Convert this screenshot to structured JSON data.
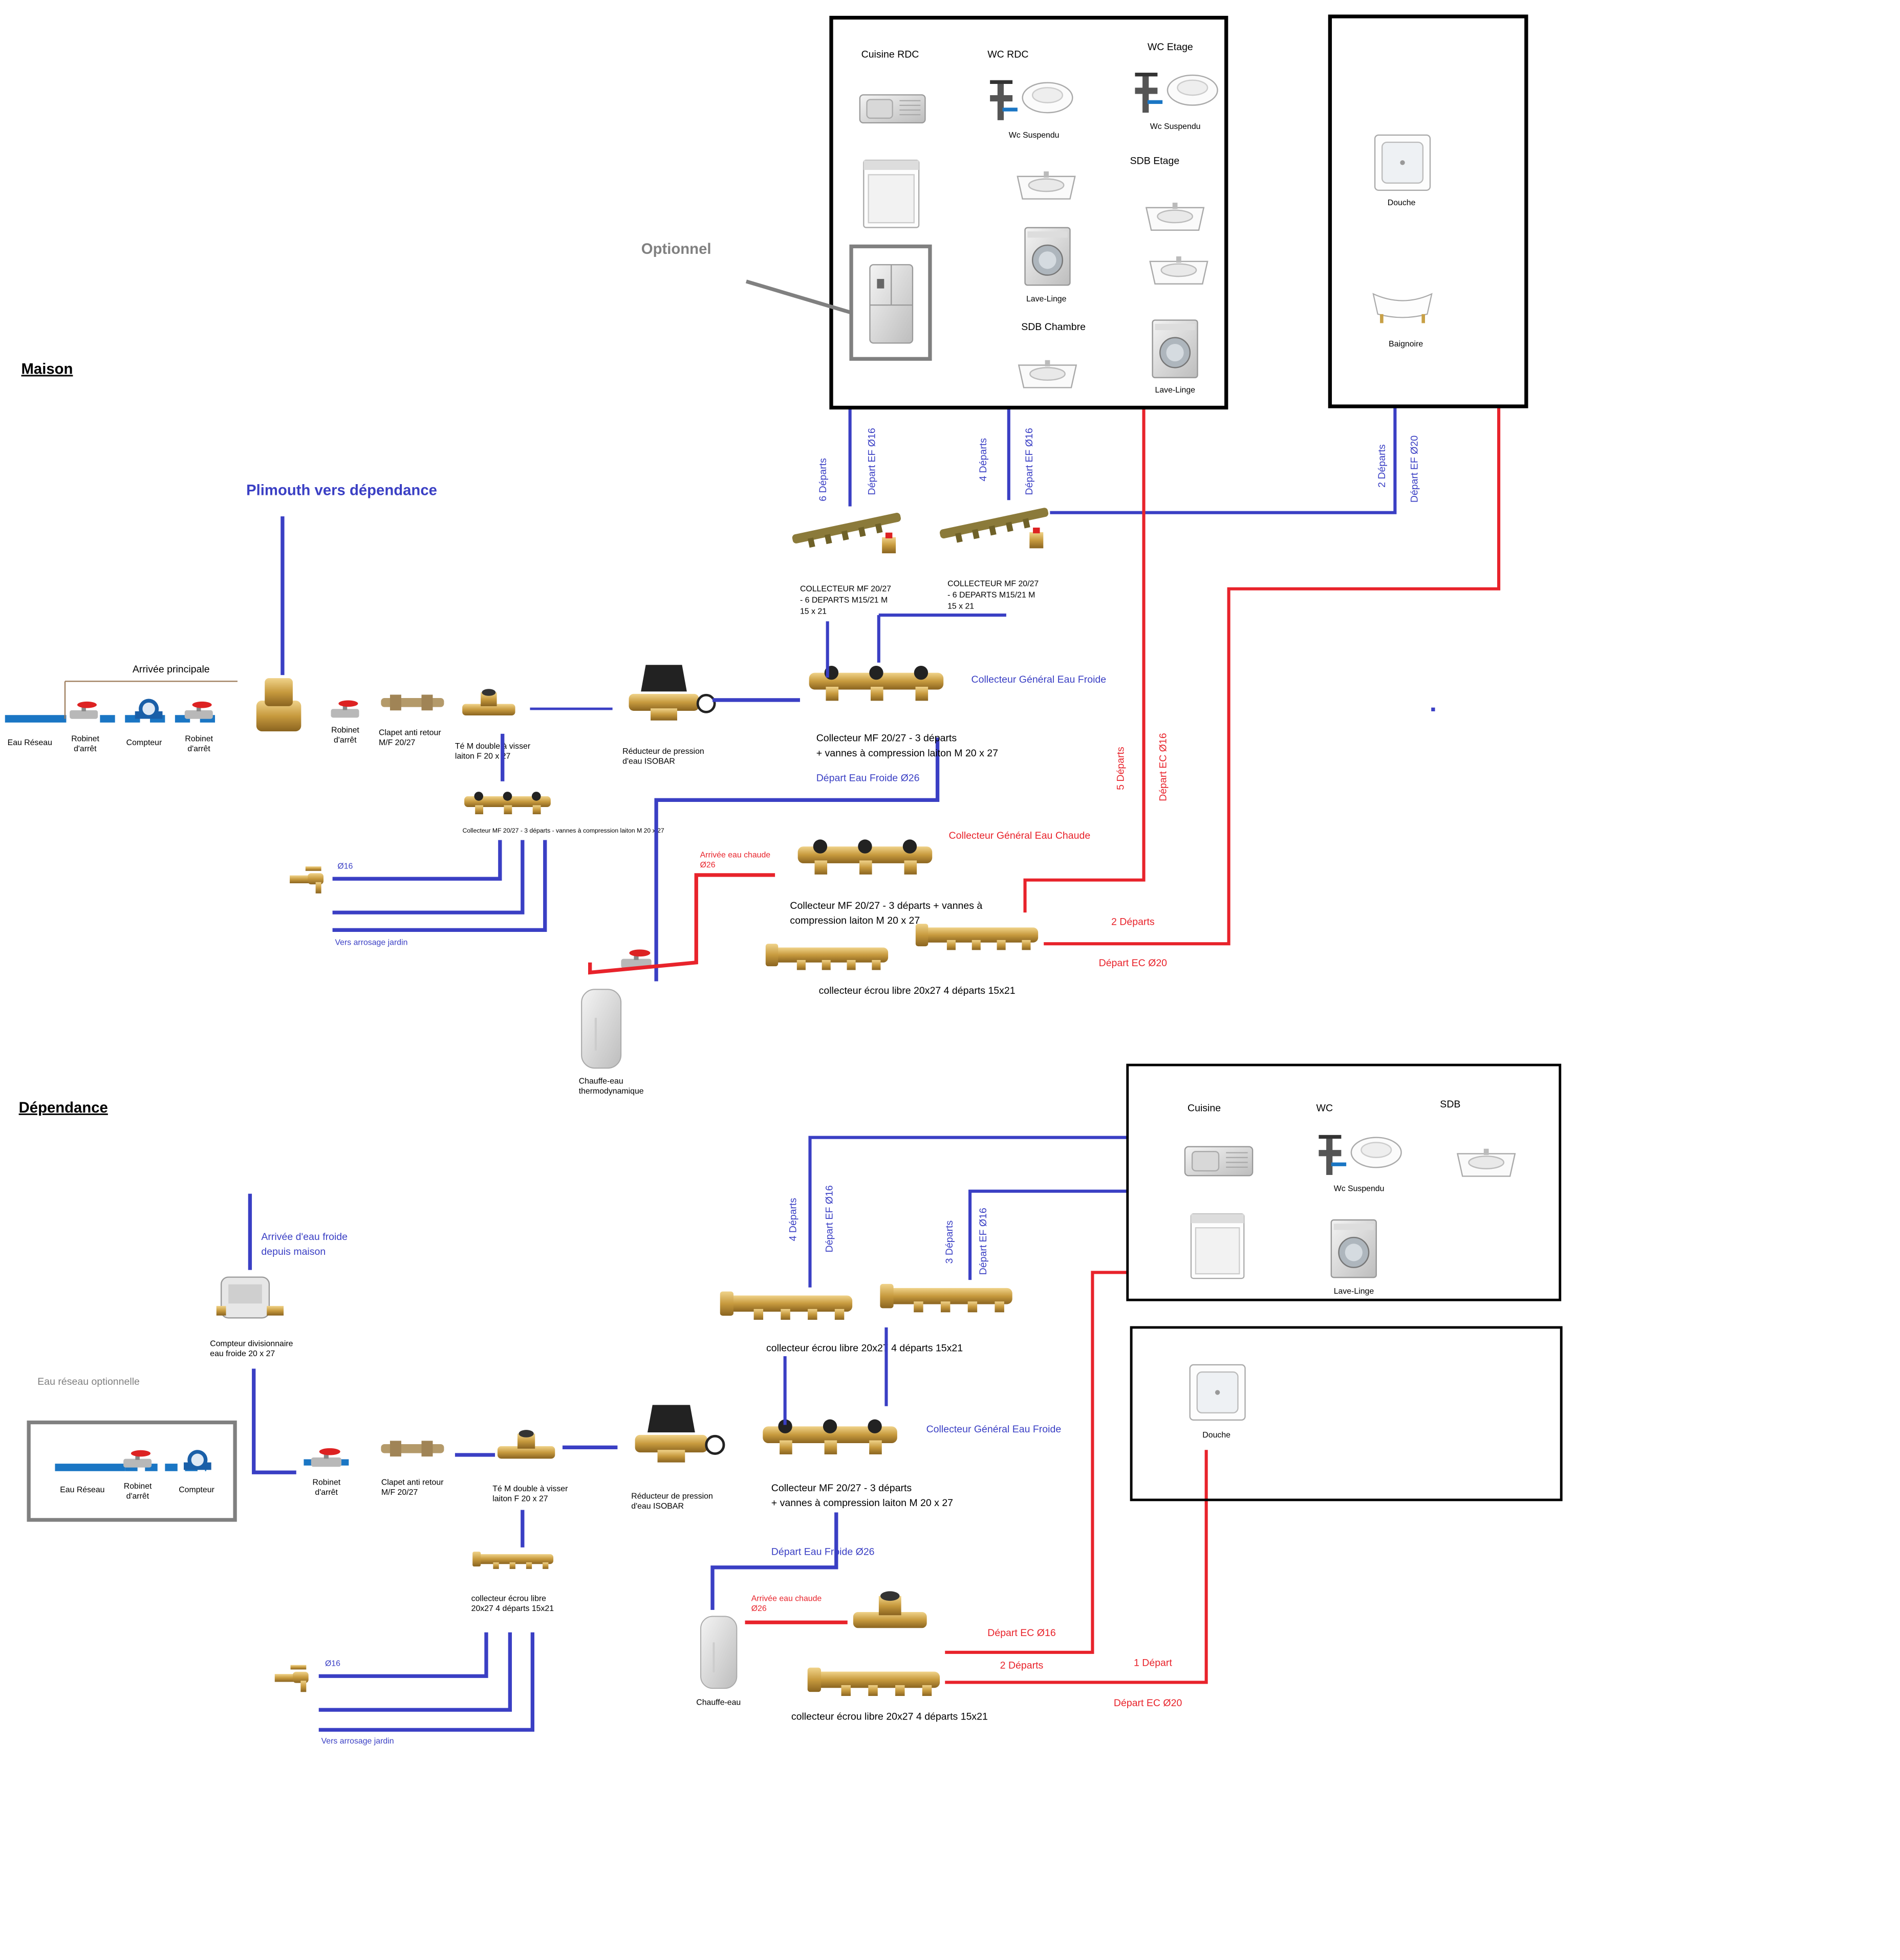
{
  "sections": {
    "maison": "Maison",
    "dependance": "Dépendance"
  },
  "maison": {
    "plimouth": "Plimouth vers dépendance",
    "arrivee_principale": "Arrivée principale",
    "eau_reseau": "Eau Réseau",
    "robinet_arret_1": "Robinet",
    "robinet_arret_2": "d'arrêt",
    "compteur": "Compteur",
    "robinet_a": "Robinet",
    "robinet_b": "d'arrêt",
    "clapet_1": "Clapet anti retour",
    "clapet_2": "M/F 20/27",
    "te_1": "Té M double à visser",
    "te_2": "laiton F 20 x 27",
    "reducteur_1": "Réducteur de pression",
    "reducteur_2": "d'eau ISOBAR",
    "collecteur_small": "Collecteur MF 20/27 - 3 départs - vannes à compression laiton M 20 x 27",
    "phi16": "Ø16",
    "arrosage": "Vers arrosage jardin",
    "chauffe_1": "Chauffe-eau",
    "chauffe_2": "thermodynamique",
    "arrivee_chaude_1": "Arrivée eau chaude",
    "arrivee_chaude_2": "Ø26",
    "coll_gen_ef": "Collecteur Général Eau Froide",
    "coll_gen_ef_desc_1": "Collecteur MF 20/27 - 3 départs",
    "coll_gen_ef_desc_2": "+ vannes à compression laiton M 20 x 27",
    "depart_ef26": "Départ Eau Froide Ø26",
    "coll_gen_ec": "Collecteur Général Eau Chaude",
    "coll_gen_ec_desc_1": "Collecteur MF 20/27 - 3 départs + vannes à",
    "coll_gen_ec_desc_2": "compression laiton M 20 x 27",
    "coll_ecrou": "collecteur écrou libre 20x27 4 départs 15x21",
    "coll6_a_1": "COLLECTEUR MF 20/27",
    "coll6_a_2": "- 6 DEPARTS M15/21 M",
    "coll6_a_3": "15 x 21",
    "coll6_b_1": "COLLECTEUR MF 20/27",
    "coll6_b_2": "- 6 DEPARTS M15/21 M",
    "coll6_b_3": "15 x 21",
    "six_departs": "6 Départs",
    "depart_ef16_a": "Départ EF Ø16",
    "quatre_departs": "4 Départs",
    "depart_ef16_b": "Départ EF Ø16",
    "deux_departs_ef": "2 Départs",
    "depart_ef20": "Départ EF Ø20",
    "cinq_departs": "5 Départs",
    "depart_ec16": "Départ EC Ø16",
    "deux_departs_ec": "2 Départs",
    "depart_ec20": "Départ EC Ø20",
    "optionnel": "Optionnel",
    "rooms": {
      "cuisine_rdc": "Cuisine RDC",
      "wc_rdc": "WC RDC",
      "wc_etage": "WC Etage",
      "wc_suspendu_1": "Wc Suspendu",
      "wc_suspendu_2": "Wc Suspendu",
      "sdb_etage": "SDB Etage",
      "lave_linge_1": "Lave-Linge",
      "sdb_chambre": "SDB Chambre",
      "lave_linge_2": "Lave-Linge",
      "douche": "Douche",
      "baignoire": "Baignoire"
    }
  },
  "dependance": {
    "arrivee_froide_1": "Arrivée d'eau froide",
    "arrivee_froide_2": "depuis maison",
    "compteur_div_1": "Compteur divisionnaire",
    "compteur_div_2": "eau froide 20 x 27",
    "eau_reseau_opt": "Eau réseau optionnelle",
    "eau_reseau": "Eau Réseau",
    "robinet_1": "Robinet",
    "robinet_2": "d'arrêt",
    "compteur": "Compteur",
    "robinet_b1": "Robinet",
    "robinet_b2": "d'arrêt",
    "clapet_1": "Clapet anti retour",
    "clapet_2": "M/F 20/27",
    "te_1": "Té M double à visser",
    "te_2": "laiton F 20 x 27",
    "reducteur_1": "Réducteur de pression",
    "reducteur_2": "d'eau ISOBAR",
    "coll_ecrou_small_1": "collecteur écrou libre",
    "coll_ecrou_small_2": "20x27 4 départs 15x21",
    "phi16": "Ø16",
    "arrosage": "Vers arrosage jardin",
    "chauffe": "Chauffe-eau",
    "arrivee_chaude_1": "Arrivée eau chaude",
    "arrivee_chaude_2": "Ø26",
    "coll_gen_ef": "Collecteur Général Eau Froide",
    "coll_gen_ef_desc_1": "Collecteur MF 20/27 - 3 départs",
    "coll_gen_ef_desc_2": "+ vannes à compression laiton M 20 x 27",
    "depart_ef26": "Départ Eau Froide Ø26",
    "coll_ecrou_top": "collecteur écrou libre 20x27 4 départs 15x21",
    "coll_ecrou_bottom": "collecteur écrou libre 20x27 4 départs 15x21",
    "quatre_departs": "4 Départs",
    "depart_ef16_a": "Départ EF Ø16",
    "trois_departs": "3 Départs",
    "depart_ef16_b": "Départ EF Ø16",
    "depart_ec16": "Départ EC Ø16",
    "deux_departs": "2 Départs",
    "un_depart": "1 Départ",
    "depart_ec20": "Départ EC Ø20",
    "rooms": {
      "cuisine": "Cuisine",
      "wc": "WC",
      "sdb": "SDB",
      "wc_suspendu": "Wc Suspendu",
      "lave_linge": "Lave-Linge",
      "douche": "Douche"
    }
  },
  "colors": {
    "blue": "#3a3fc4",
    "red": "#e8232b",
    "pipe": "#1a76c4",
    "brass": "#c8a046",
    "gray": "#808080"
  }
}
